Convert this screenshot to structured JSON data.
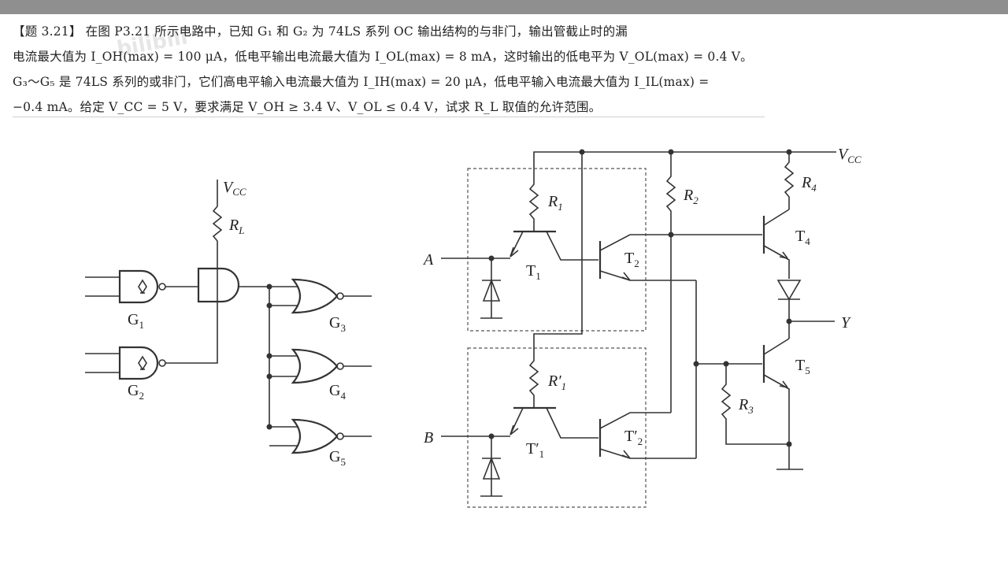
{
  "problem": {
    "line1": "【题 3.21】 在图 P3.21 所示电路中，已知 G₁ 和 G₂ 为 74LS 系列 OC 输出结构的与非门，输出管截止时的漏",
    "line2": "电流最大值为 I_OH(max) = 100 μA，低电平输出电流最大值为 I_OL(max) = 8 mA，这时输出的低电平为 V_OL(max) = 0.4 V。",
    "line3": "G₃～G₅ 是 74LS 系列的或非门，它们高电平输入电流最大值为 I_IH(max) = 20 μA，低电平输入电流最大值为 I_IL(max) =",
    "line4": "−0.4 mA。给定 V_CC = 5 V，要求满足 V_OH ≥ 3.4 V、V_OL ≤ 0.4 V，试求 R_L 取值的允许范围。"
  },
  "watermark": "bilibili",
  "left_circuit": {
    "vcc": "V",
    "vcc_sub": "CC",
    "rl": "R",
    "rl_sub": "L",
    "g1": "G",
    "g1_sub": "1",
    "g2": "G",
    "g2_sub": "2",
    "g3": "G",
    "g3_sub": "3",
    "g4": "G",
    "g4_sub": "4",
    "g5": "G",
    "g5_sub": "5"
  },
  "right_circuit": {
    "vcc": "V",
    "vcc_sub": "CC",
    "r1": "R",
    "r1_sub": "1",
    "r1p": "R′",
    "r1p_sub": "1",
    "r2": "R",
    "r2_sub": "2",
    "r3": "R",
    "r3_sub": "3",
    "r4": "R",
    "r4_sub": "4",
    "t1": "T",
    "t1_sub": "1",
    "t1p": "T′",
    "t1p_sub": "1",
    "t2": "T",
    "t2_sub": "2",
    "t2p": "T′",
    "t2p_sub": "2",
    "t4": "T",
    "t4_sub": "4",
    "t5": "T",
    "t5_sub": "5",
    "in_a": "A",
    "in_b": "B",
    "out_y": "Y"
  }
}
